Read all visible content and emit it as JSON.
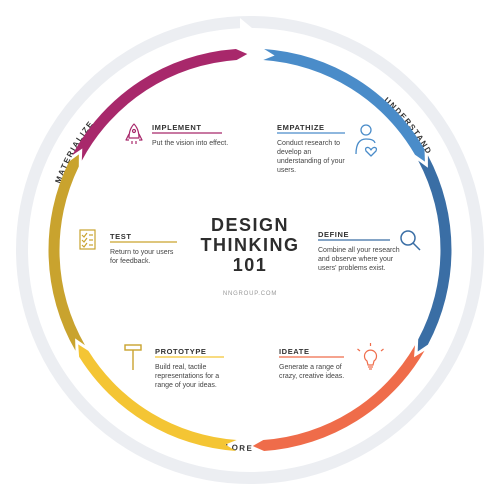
{
  "center": {
    "line1": "DESIGN",
    "line2": "THINKING",
    "line3": "101",
    "source": "NNGROUP.COM"
  },
  "ring_labels": {
    "understand": "UNDERSTAND",
    "explore": "EXPLORE",
    "materialize": "MATERIALIZE"
  },
  "phases": [
    {
      "key": "empathize",
      "title": "EMPATHIZE",
      "desc": "Conduct research to develop an understanding of your users.",
      "color": "#4a8cc9",
      "icon": "person-heart-icon"
    },
    {
      "key": "define",
      "title": "DEFINE",
      "desc": "Combine all your research and observe where your users' problems exist.",
      "color": "#3a6ea5",
      "icon": "magnifier-icon"
    },
    {
      "key": "ideate",
      "title": "IDEATE",
      "desc": "Generate a range of crazy, creative ideas.",
      "color": "#ef6c4a",
      "icon": "lightbulb-icon"
    },
    {
      "key": "prototype",
      "title": "PROTOTYPE",
      "desc": "Build real, tactile representations for a range of your ideas.",
      "color": "#f4c534",
      "icon": "hammer-icon"
    },
    {
      "key": "test",
      "title": "TEST",
      "desc": "Return to your users for feedback.",
      "color": "#c9a32e",
      "icon": "checklist-icon"
    },
    {
      "key": "implement",
      "title": "IMPLEMENT",
      "desc": "Put the vision into effect.",
      "color": "#a8286b",
      "icon": "rocket-icon"
    }
  ],
  "colors": {
    "ring_gray": "#eceef2",
    "text_dark": "#2d2d2d",
    "text_light": "#999999"
  }
}
